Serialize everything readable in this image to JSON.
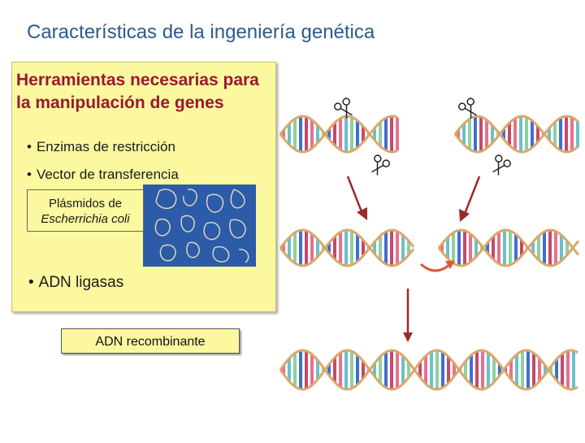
{
  "slide": {
    "title": "Características de la ingeniería genética"
  },
  "panel": {
    "heading": "Herramientas necesarias para la manipulación de genes",
    "bullets": [
      "Enzimas de restricción",
      "Vector de transferencia",
      "ADN ligasas"
    ],
    "bullet_glyph": "•",
    "plasmid_label": {
      "line1": "Plásmidos de",
      "line2": "Escherrichia coli"
    }
  },
  "recombinant_label": "ADN recombinante",
  "colors": {
    "title": "#2c5a8a",
    "heading": "#9b1830",
    "panel_bg": "#fbf8a0",
    "dna_backbone": "#d9a86a",
    "arrow": "#9b2a2a",
    "rung_colors": [
      "#e9708c",
      "#6cc0c8",
      "#8fd0a0",
      "#3f6fd0",
      "#c44a6a"
    ]
  },
  "icons": [
    "scissors-icon",
    "down-arrow-icon",
    "curved-arrow-icon"
  ]
}
